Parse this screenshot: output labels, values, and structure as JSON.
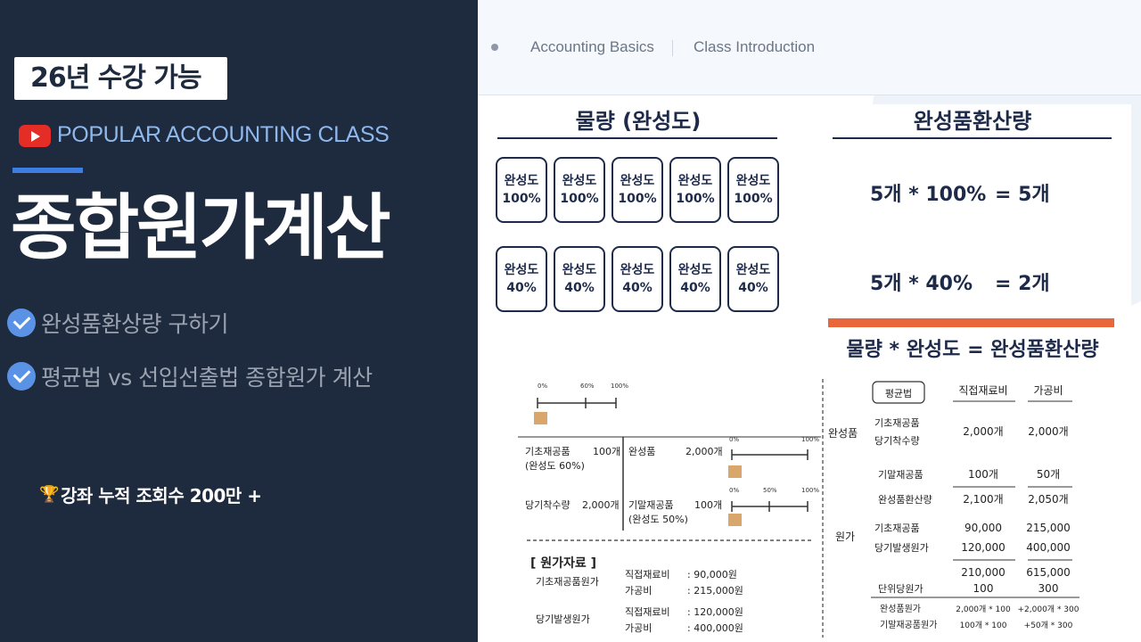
{
  "left": {
    "badge": "26년 수강 가능",
    "youtube_icon": "play-button-icon",
    "category": "POPULAR ACCOUNTING CLASS",
    "title": "종합원가계산",
    "features": [
      "완성품환상량 구하기",
      "평균법 vs 선입선출법 종합원가 계산"
    ],
    "views_icon": "trophy-icon",
    "views": "강좌 누적 조회수 200만 +"
  },
  "breadcrumb": [
    "Accounting Basics",
    "Class Introduction"
  ],
  "upper": {
    "left_header": "물량 (완성도)",
    "right_header": "완성품환산량",
    "box_label": "완성도",
    "row1_pct": "100%",
    "row2_pct": "40%",
    "eq1": "5개 * 100%",
    "eq1_result": "= 5개",
    "eq2": "5개 * 40%",
    "eq2_result": "= 2개",
    "formula": "물량 * 완성도 = 완성품환산량"
  },
  "lower_left": {
    "scale_top": [
      "0%",
      "60%",
      "100%"
    ],
    "items": [
      {
        "label": "기초재공품",
        "sub": "(완성도 60%)",
        "value": "100개"
      },
      {
        "label": "당기착수량",
        "value": "2,000개"
      },
      {
        "label": "완성품",
        "value": "2,000개"
      },
      {
        "label": "기말재공품",
        "sub": "(완성도 50%)",
        "value": "100개"
      }
    ],
    "scale_mid": [
      "0%",
      "100%"
    ],
    "scale_bottom": [
      "0%",
      "50%",
      "100%"
    ],
    "cost_title": "[ 원가자료 ]",
    "cost_groups": [
      {
        "name": "기초재공품원가",
        "rows": [
          [
            "직접재료비",
            ": 90,000원"
          ],
          [
            "가공비",
            ": 215,000원"
          ]
        ]
      },
      {
        "name": "당기발생원가",
        "rows": [
          [
            "직접재료비",
            ": 120,000원"
          ],
          [
            "가공비",
            ": 400,000원"
          ]
        ]
      }
    ]
  },
  "lower_right": {
    "method": "평균법",
    "headers": [
      "직접재료비",
      "가공비"
    ],
    "completed": "완성품",
    "completed_rows": [
      [
        "기초재공품",
        "2,000개",
        "2,000개"
      ],
      [
        "당기착수량",
        "",
        ""
      ]
    ],
    "ending_wip": [
      "기말재공품",
      "100개",
      "50개"
    ],
    "eq_units": [
      "완성품환산량",
      "2,100개",
      "2,050개"
    ],
    "cost_label": "원가",
    "cost_rows": [
      [
        "기초재공품",
        "90,000",
        "215,000"
      ],
      [
        "당기발생원가",
        "120,000",
        "400,000"
      ]
    ],
    "totals": [
      "210,000",
      "615,000"
    ],
    "unit_cost": [
      "단위당원가",
      "100",
      "300"
    ],
    "alloc": [
      [
        "완성품원가",
        "2,000개 * 100",
        "+2,000개 * 300"
      ],
      [
        "기말재공품원가",
        "100개 * 100",
        "+50개 * 300"
      ]
    ]
  }
}
